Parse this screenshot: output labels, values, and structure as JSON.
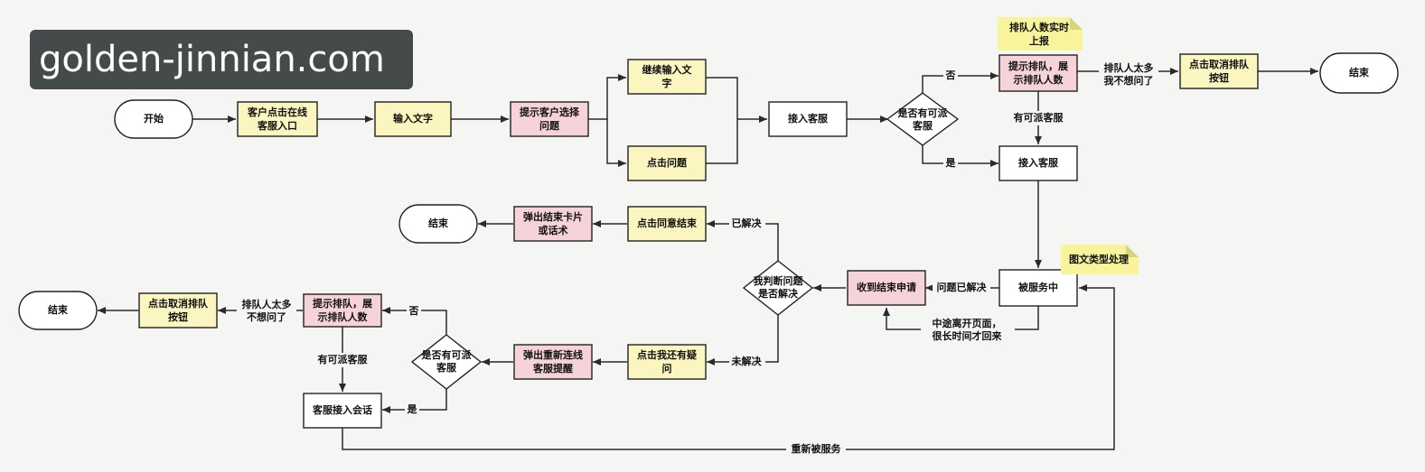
{
  "watermark": "golden-jinnian.com",
  "nodes": {
    "start": "开始",
    "click_entry": [
      "客户点击在线",
      "客服入口"
    ],
    "input_text": "输入文字",
    "prompt_select": [
      "提示客户选择",
      "问题"
    ],
    "continue_input": [
      "继续输入文",
      "字"
    ],
    "click_question": "点击问题",
    "connect_agent": "接入客服",
    "agent_available": [
      "是否有可派",
      "客服"
    ],
    "queue_prompt_top": [
      "提示排队，展",
      "示排队人数"
    ],
    "cancel_queue_top": [
      "点击取消排队",
      "按钮"
    ],
    "end_top": "结束",
    "connect_agent_2": "接入客服",
    "being_served": "被服务中",
    "receive_end": "收到结束申请",
    "judge_solved": [
      "我判断问题",
      "是否解决"
    ],
    "click_agree_end": "点击同意结束",
    "popup_end_card": [
      "弹出结束卡片",
      "或话术"
    ],
    "end_mid": "结束",
    "click_still_question": [
      "点击我还有疑",
      "问"
    ],
    "popup_reconnect": [
      "弹出重新连线",
      "客服提醒"
    ],
    "agent_available_2": [
      "是否有可派",
      "客服"
    ],
    "queue_prompt_bottom": [
      "提示排队，展",
      "示排队人数"
    ],
    "cancel_queue_bottom": [
      "点击取消排队",
      "按钮"
    ],
    "end_bottom": "结束",
    "agent_session": "客服接入会话"
  },
  "notes": {
    "queue_realtime": [
      "排队人数实时",
      "上报"
    ],
    "rich_media": "图文类型处理"
  },
  "edge_labels": {
    "no_top": "否",
    "yes_top": "是",
    "too_many_top": [
      "排队人太多",
      "我不想问了"
    ],
    "has_agent_top": "有可派客服",
    "question_solved": "问题已解决",
    "leave_midway": [
      "中途离开页面，",
      "很长时间才回来"
    ],
    "solved": "已解决",
    "unsolved": "未解决",
    "no_bottom": "否",
    "yes_bottom": "是",
    "has_agent_bottom": "有可派客服",
    "too_many_bottom": [
      "排队人太多",
      "不想问了"
    ],
    "reserved": "重新被服务"
  },
  "colors": {
    "yellow_box": "#fbf5c0",
    "pink_box": "#f6d3d8",
    "note": "#f8f49c",
    "watermark_bg": "#444b4a"
  }
}
